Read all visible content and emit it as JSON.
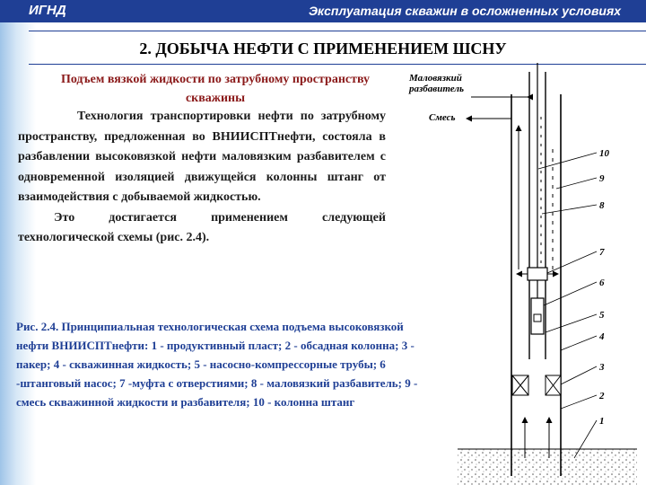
{
  "header": {
    "org": "ИГНД",
    "course": "Эксплуатация скважин в осложненных условиях"
  },
  "section_title": "2. ДОБЫЧА НЕФТИ С ПРИМЕНЕНИЕМ ШСНУ",
  "subtitle": "Подъем вязкой жидкости по затрубному пространству скважины",
  "paragraphs": [
    "Технология транспортировки нефти по затрубному пространству, предложенная во ВНИИСПТнефти, состояла в разбавлении высоковязкой нефти маловязким разбавителем с одновременной изоляцией движущейся колонны штанг от взаимодействия с добываемой жидкостью.",
    "Это достигается применением следующей технологической схемы (рис. 2.4)."
  ],
  "caption": "Рис. 2.4. Принципиальная технологическая схема подъема высоковязкой нефти ВНИИСПТнефти: 1 - продуктивный пласт; 2 - обсадная колонна; 3 - пакер; 4 - скважинная жидкость; 5 - насосно-компрессорные трубы; 6 -штанговый насос; 7 -муфта с отверстиями; 8 - маловязкий разбавитель; 9 - смесь скважинной жидкости и разбавителя; 10 - колонна штанг",
  "diagram": {
    "label_diluent_line1": "Маловязкий",
    "label_diluent_line2": "разбавитель",
    "label_mixture": "Смесь",
    "numbers": [
      "10",
      "9",
      "8",
      "7",
      "6",
      "5",
      "4",
      "3",
      "2",
      "1"
    ]
  },
  "colors": {
    "header_bg": "#1f3f95",
    "subtitle": "#8b1a1a",
    "caption": "#1f3f95"
  }
}
